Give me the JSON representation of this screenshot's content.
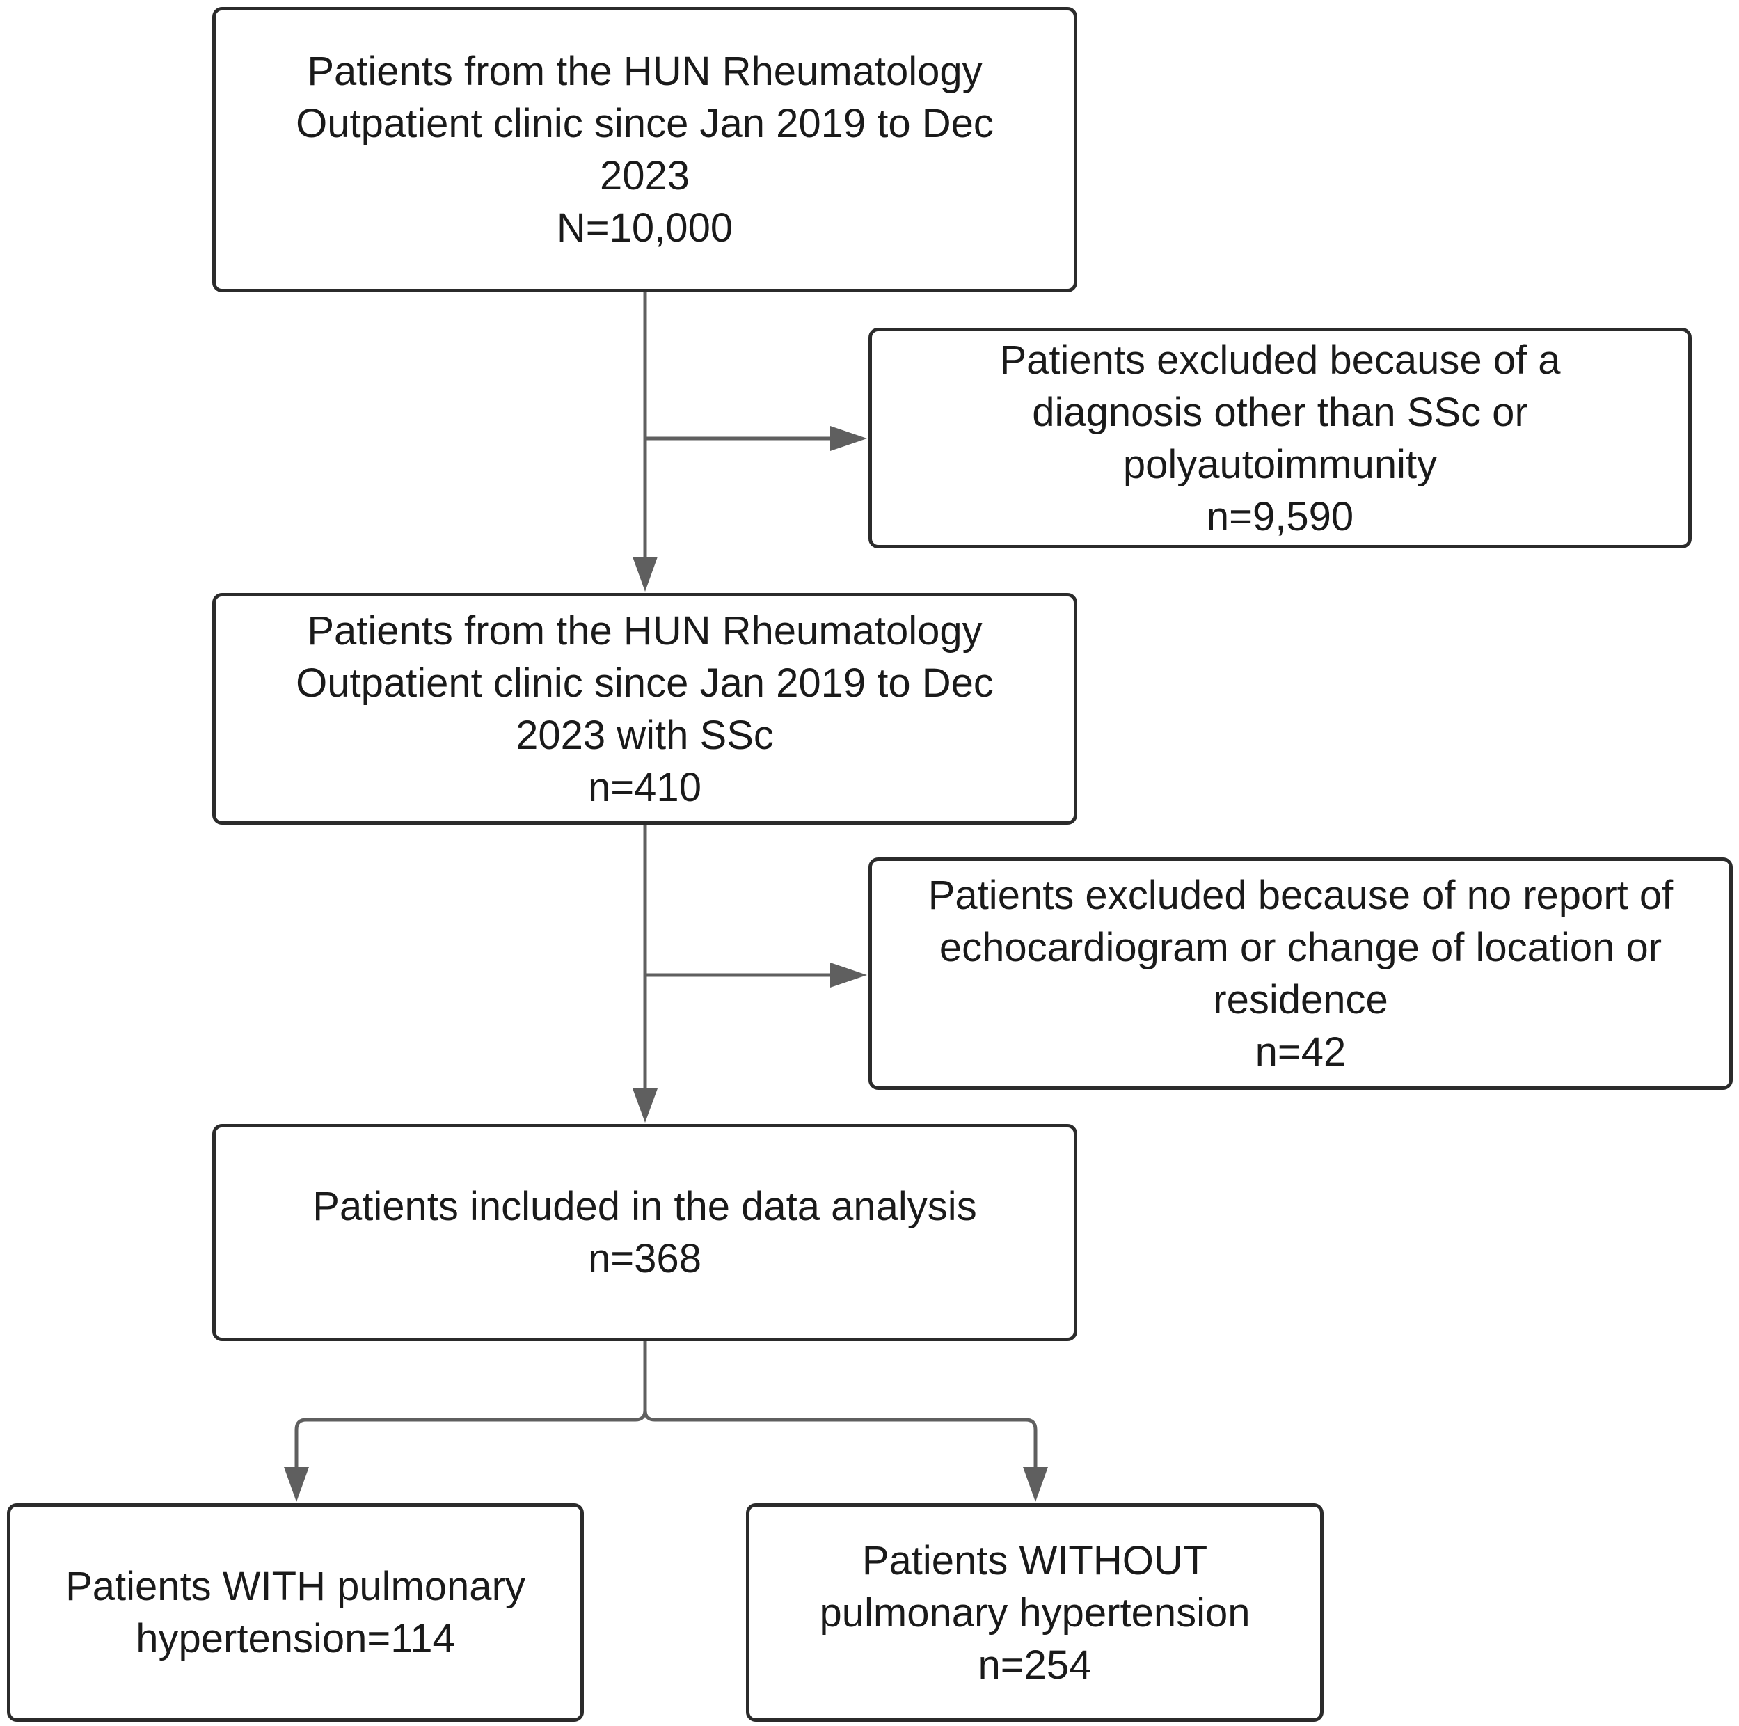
{
  "boxes": {
    "initial": {
      "lines": [
        "Patients from the HUN Rheumatology",
        "Outpatient clinic since Jan 2019 to Dec",
        "2023",
        "N=10,000"
      ]
    },
    "excluded_diagnosis": {
      "lines": [
        "Patients excluded because of a",
        "diagnosis other than SSc or",
        "polyautoimmunity",
        "n=9,590"
      ]
    },
    "ssc_cohort": {
      "lines": [
        "Patients from the HUN Rheumatology",
        "Outpatient clinic since Jan 2019 to Dec",
        "2023 with SSc",
        "n=410"
      ]
    },
    "excluded_echo": {
      "lines": [
        "Patients excluded because of no report of",
        "echocardiogram or change of location or",
        "residence",
        "n=42"
      ]
    },
    "included": {
      "lines": [
        "Patients included in the data analysis",
        "n=368"
      ]
    },
    "with_ph": {
      "lines": [
        "Patients WITH pulmonary",
        "hypertension=114"
      ]
    },
    "without_ph": {
      "lines": [
        "Patients WITHOUT",
        "pulmonary hypertension",
        "n=254"
      ]
    }
  },
  "colors": {
    "arrow": "#5f5f5f",
    "border": "#2b2b2b",
    "text": "#1a1a1a",
    "background": "#ffffff"
  }
}
